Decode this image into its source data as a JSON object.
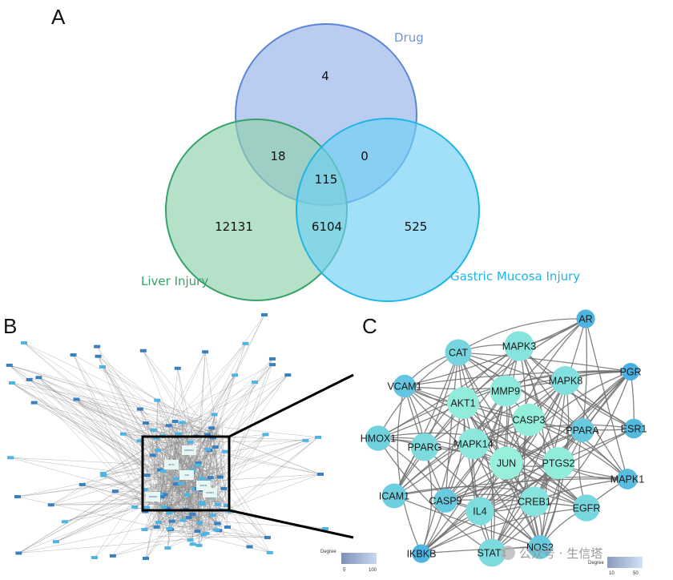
{
  "panels": {
    "a": "A",
    "b": "B",
    "c": "C"
  },
  "venn": {
    "sets": [
      {
        "name": "Drug",
        "color": "#5b86d6",
        "fill": "#9db7ea"
      },
      {
        "name": "Liver Injury",
        "color": "#35a36a",
        "fill": "#8fd1ac"
      },
      {
        "name": "Gastric Mucosa Injury",
        "color": "#1fb5e6",
        "fill": "#6fd0f4"
      }
    ],
    "regions": {
      "drug_only": "4",
      "drug_liver": "18",
      "drug_gastric": "0",
      "all_three": "115",
      "liver_only": "12131",
      "liver_gastric": "6104",
      "gastric_only": "525"
    }
  },
  "network_b": {
    "zoom_labels": [
      "AKT1",
      "JUN",
      "PPARG",
      "EGFR",
      "CASP3",
      "MAPK14"
    ],
    "colorbar": {
      "title": "Degree",
      "min": "5",
      "max": "100"
    }
  },
  "network_c": {
    "nodes": [
      {
        "label": "AR",
        "degree": 20
      },
      {
        "label": "CAT",
        "degree": 35
      },
      {
        "label": "MAPK3",
        "degree": 42
      },
      {
        "label": "PGR",
        "degree": 18
      },
      {
        "label": "VCAM1",
        "degree": 28
      },
      {
        "label": "MAPK8",
        "degree": 40
      },
      {
        "label": "MMP9",
        "degree": 45
      },
      {
        "label": "AKT1",
        "degree": 46
      },
      {
        "label": "ESR1",
        "degree": 22
      },
      {
        "label": "CASP3",
        "degree": 47
      },
      {
        "label": "PPARA",
        "degree": 30
      },
      {
        "label": "HMOX1",
        "degree": 33
      },
      {
        "label": "PPARG",
        "degree": 38
      },
      {
        "label": "MAPK14",
        "degree": 44
      },
      {
        "label": "JUN",
        "degree": 48
      },
      {
        "label": "PTGS2",
        "degree": 46
      },
      {
        "label": "MAPK1",
        "degree": 24
      },
      {
        "label": "ICAM1",
        "degree": 32
      },
      {
        "label": "CASP9",
        "degree": 30
      },
      {
        "label": "IL4",
        "degree": 39
      },
      {
        "label": "CREB1",
        "degree": 42
      },
      {
        "label": "EGFR",
        "degree": 36
      },
      {
        "label": "IKBKB",
        "degree": 20
      },
      {
        "label": "STAT1",
        "degree": 38
      },
      {
        "label": "NOS2",
        "degree": 30
      }
    ],
    "colorbar": {
      "title": "Degree",
      "min": "10",
      "max": "50"
    }
  },
  "watermark": "公众号 · 生信塔"
}
